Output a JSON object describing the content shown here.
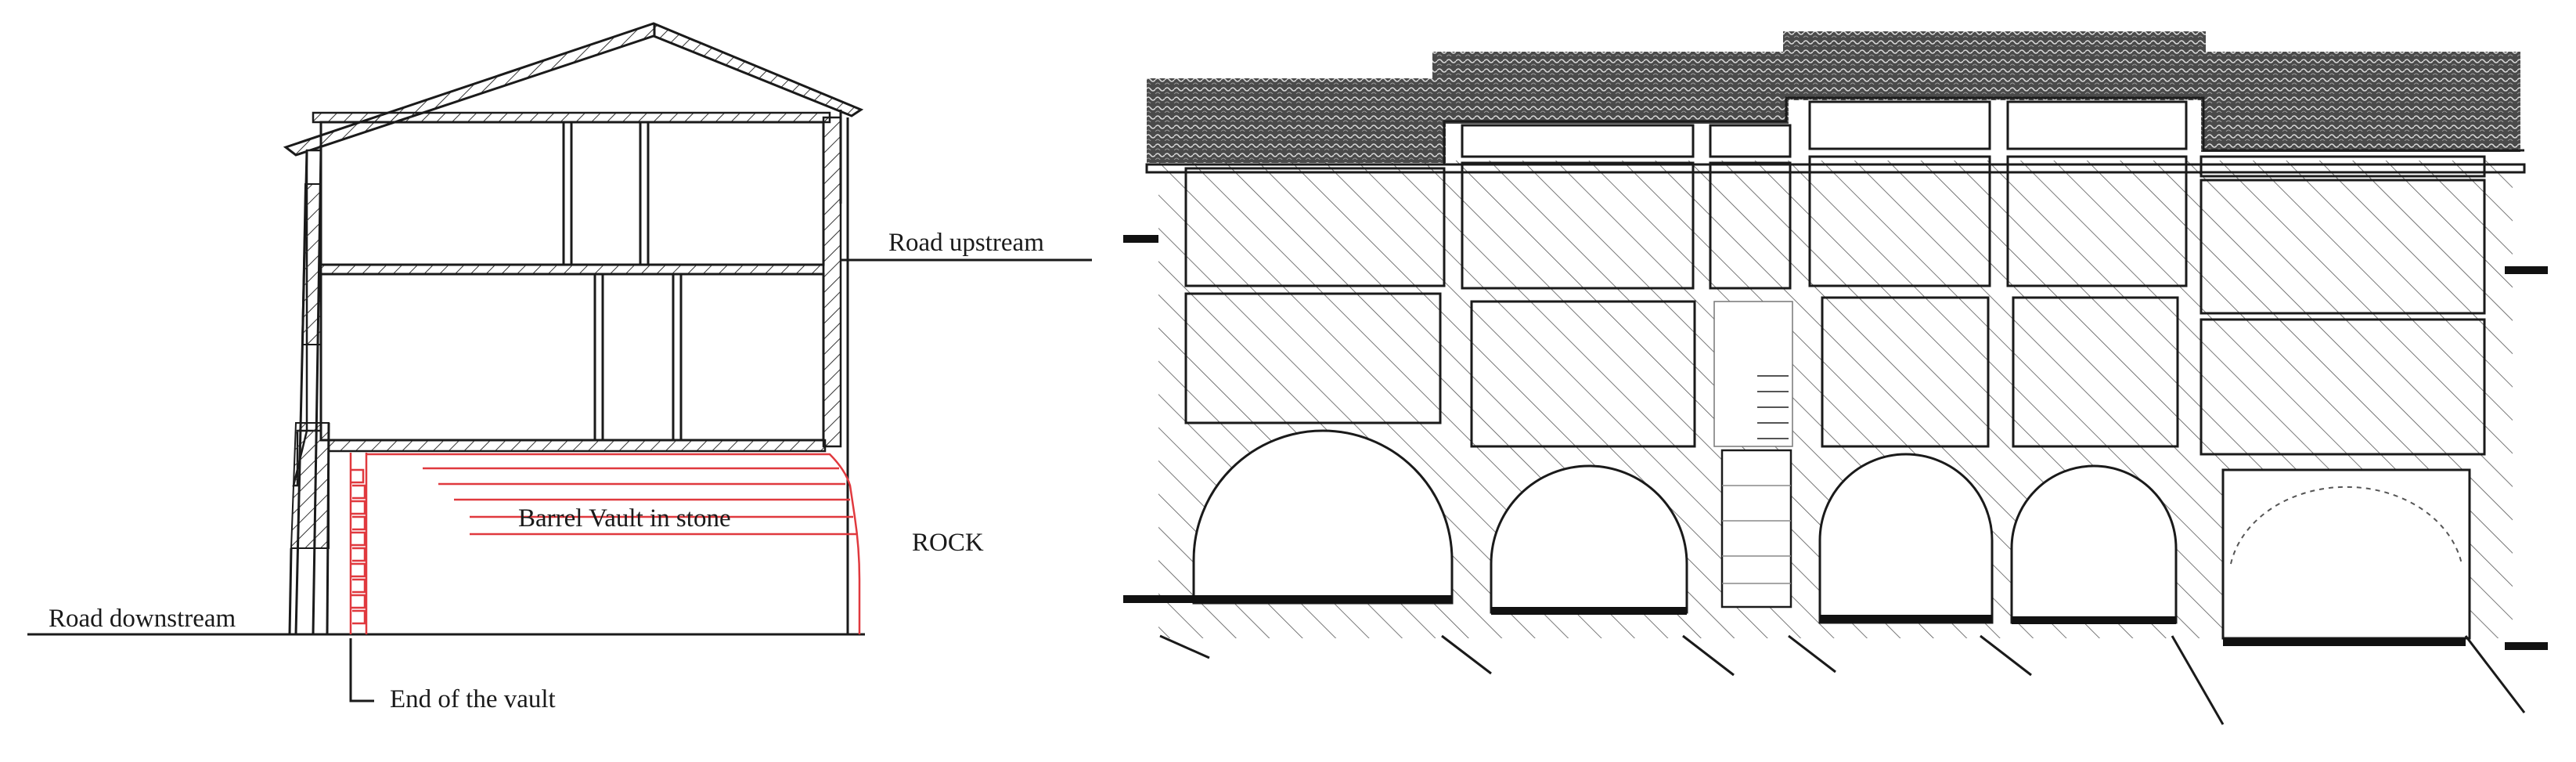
{
  "section_left": {
    "labels": {
      "road_upstream": "Road upstream",
      "barrel_vault": "Barrel Vault in stone",
      "rock": "ROCK",
      "road_downstream": "Road downstream",
      "end_of_vault": "End of the vault"
    }
  },
  "colors": {
    "line": "#1a1a1a",
    "vault_outline": "#e0393e",
    "background": "#ffffff"
  }
}
